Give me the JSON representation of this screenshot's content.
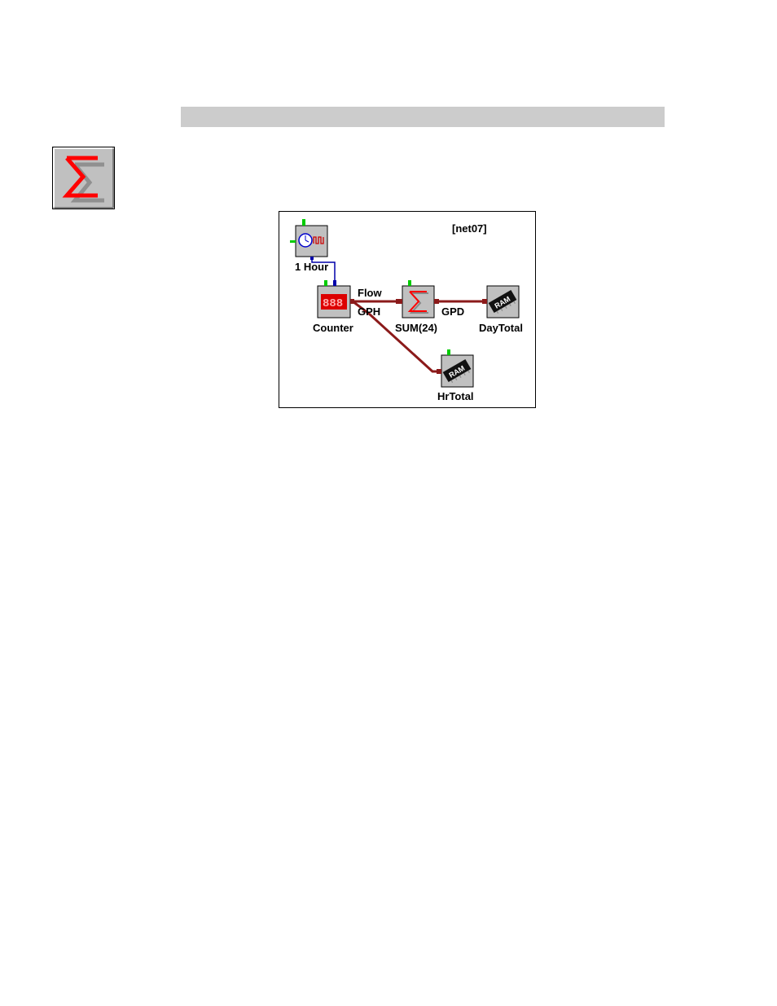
{
  "header": {
    "bar_color": "#cccccc"
  },
  "icon": {
    "name": "sum-icon",
    "color": "#ff0000"
  },
  "diagram": {
    "network_id": "[net07]",
    "nodes": {
      "timer": {
        "label": "1 Hour",
        "icon": "clock-pulse-icon"
      },
      "counter": {
        "label": "Counter",
        "icon": "digital-display-icon",
        "display": "888"
      },
      "sum": {
        "label": "SUM(24)",
        "icon": "sum-icon"
      },
      "daytotal": {
        "label": "DayTotal",
        "icon": "ram-chip-icon",
        "chip_text": "RAM"
      },
      "hrtotal": {
        "label": "HrTotal",
        "icon": "ram-chip-icon",
        "chip_text": "RAM"
      }
    },
    "wires": {
      "flow_label": "Flow",
      "gph_label": "GPH",
      "gpd_label": "GPD"
    },
    "colors": {
      "wire": "#8b1a1a",
      "signal": "#0000aa",
      "pin_top": "#00cc00"
    }
  }
}
